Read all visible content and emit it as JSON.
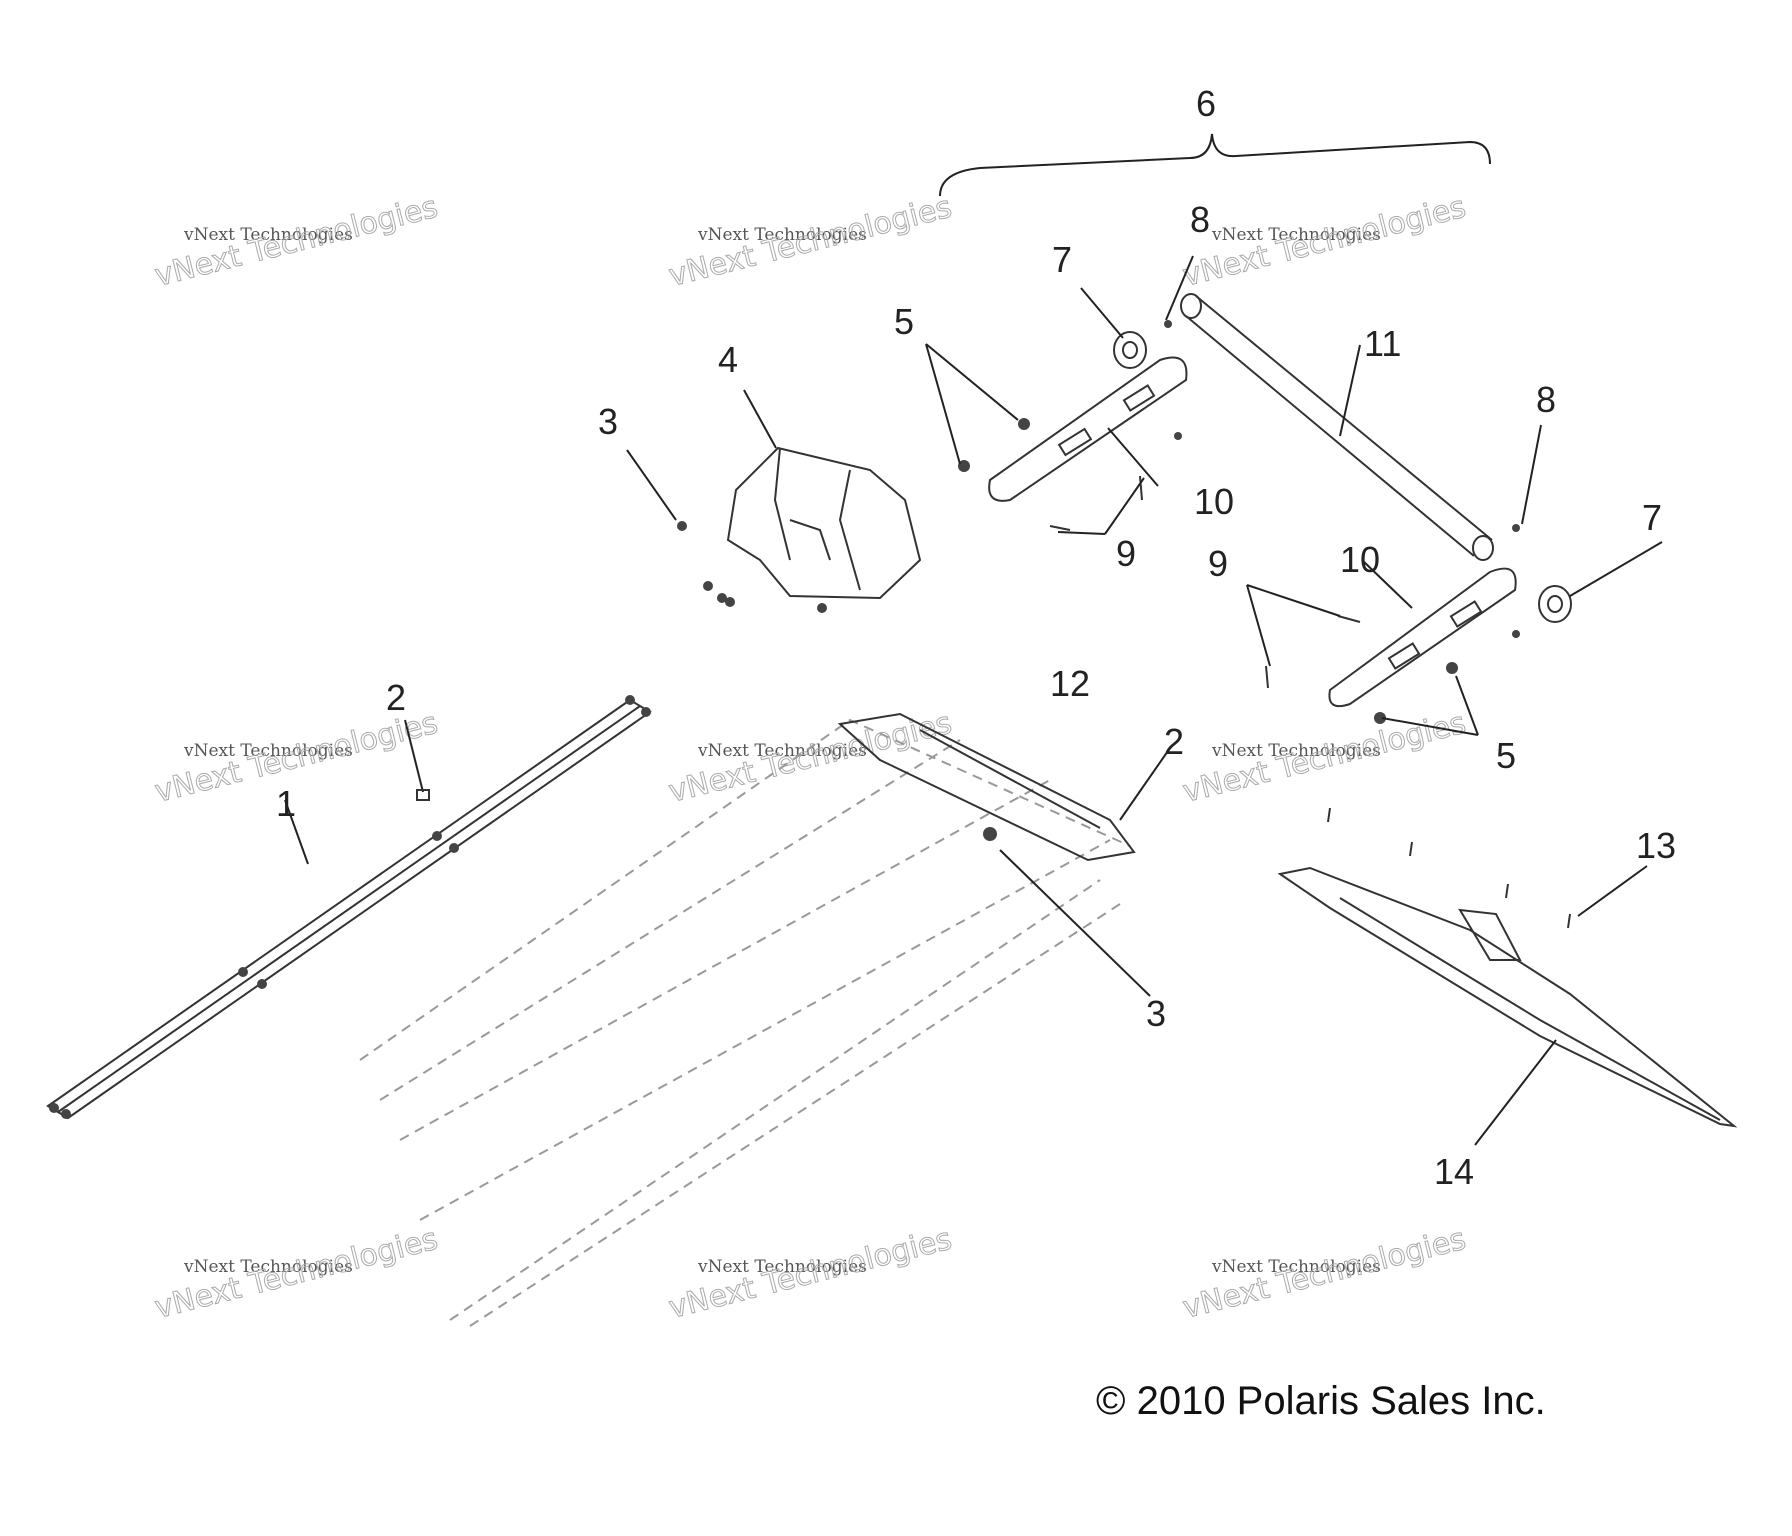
{
  "callouts": {
    "c1": "1",
    "c2a": "2",
    "c2b": "2",
    "c3a": "3",
    "c3b": "3",
    "c4": "4",
    "c5a": "5",
    "c5b": "5",
    "c6": "6",
    "c7a": "7",
    "c7b": "7",
    "c8a": "8",
    "c8b": "8",
    "c9a": "9",
    "c9b": "9",
    "c10a": "10",
    "c10b": "10",
    "c11": "11",
    "c12": "12",
    "c13": "13",
    "c14": "14"
  },
  "watermark": {
    "line1": "vNext Technologies",
    "line2": "vNext Technologies"
  },
  "copyright": "© 2010 Polaris Sales Inc."
}
